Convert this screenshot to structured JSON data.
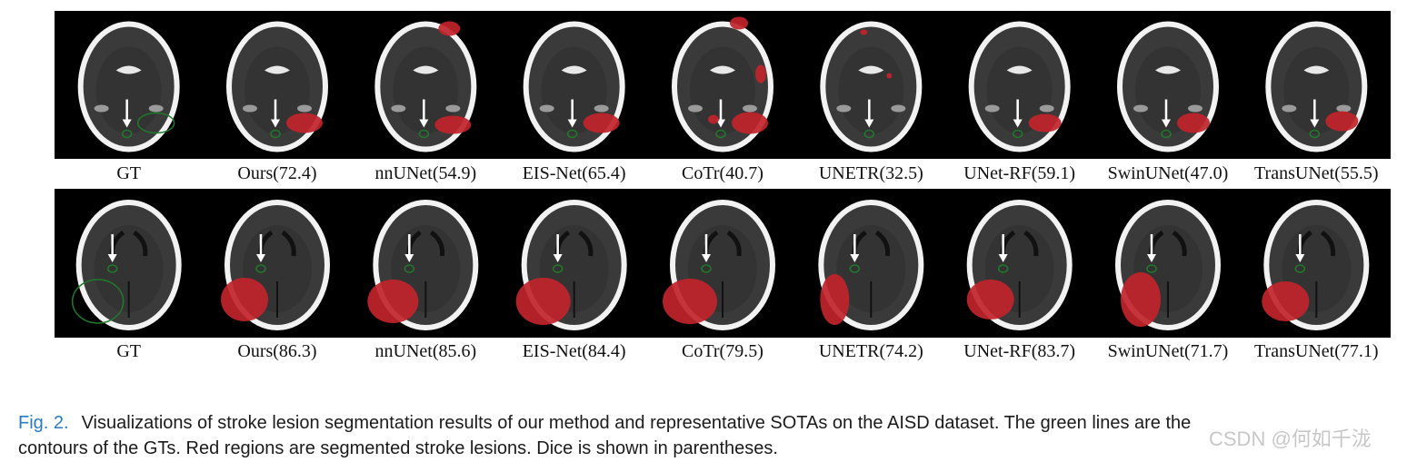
{
  "figure": {
    "rows": [
      {
        "labels": [
          "GT",
          "Ours(72.4)",
          "nnUNet(54.9)",
          "EIS-Net(65.4)",
          "CoTr(40.7)",
          "UNETR(32.5)",
          "UNet-RF(59.1)",
          "SwinUNet(47.0)",
          "TransUNet(55.5)"
        ]
      },
      {
        "labels": [
          "GT",
          "Ours(86.3)",
          "nnUNet(85.6)",
          "EIS-Net(84.4)",
          "CoTr(79.5)",
          "UNETR(74.2)",
          "UNet-RF(83.7)",
          "SwinUNet(71.7)",
          "TransUNet(77.1)"
        ]
      }
    ]
  },
  "caption": {
    "ref": "Fig. 2.",
    "line1": "Visualizations of stroke lesion segmentation results of our method and representative SOTAs on the AISD dataset. The green lines are the",
    "line2": "contours of the GTs. Red regions are segmented stroke lesions. Dice is shown in parentheses."
  },
  "watermark": "CSDN @何如千泷",
  "colors": {
    "lesion": "#c0242a",
    "contour": "#1f7a2a",
    "skull": "#f2f2f2",
    "brain": "#3a3a3a"
  }
}
